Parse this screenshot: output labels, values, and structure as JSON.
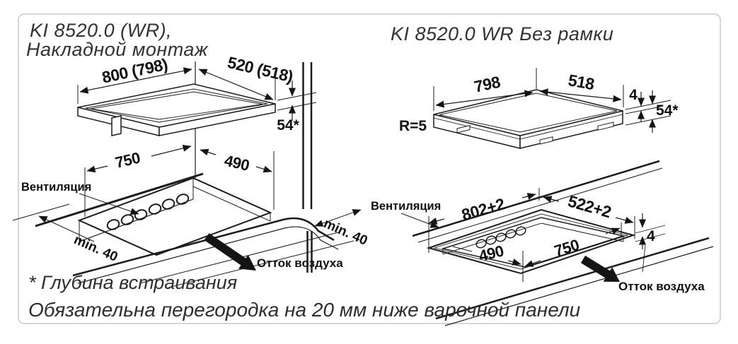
{
  "colors": {
    "line": "#1c1c1c",
    "text": "#101010",
    "title_text": "#323232",
    "frame_border": "#c9c9c9",
    "background": "#ffffff"
  },
  "left_diagram": {
    "title_line1": "KI 8520.0 (WR),",
    "title_line2": "Накладной монтаж",
    "dim_width_outer": "800 (798)",
    "dim_depth_outer": "520 (518)",
    "dim_height": "54*",
    "dim_cutout_width": "750",
    "dim_cutout_depth": "490",
    "clearance_back": "min. 40",
    "clearance_front": "min. 40",
    "label_ventilation": "Вентиляция",
    "label_air_outflow": "Отток воздуха"
  },
  "right_diagram": {
    "title": "KI 8520.0 WR Без рамки",
    "dim_width": "798",
    "dim_depth": "518",
    "dim_glass_thickness": "4",
    "dim_height": "54*",
    "corner_radius": "R=5",
    "dim_cutout_width": "802+2",
    "dim_cutout_depth": "522+2",
    "dim_step_depth": "4",
    "dim_inner_depth": "490",
    "dim_inner_width": "750",
    "label_ventilation": "Вентиляция",
    "label_air_outflow": "Отток воздуха"
  },
  "footnotes": {
    "depth_note": "* Глубина встраивания",
    "partition_note": "Обязательна перегородка на 20 мм ниже варочной панели"
  }
}
